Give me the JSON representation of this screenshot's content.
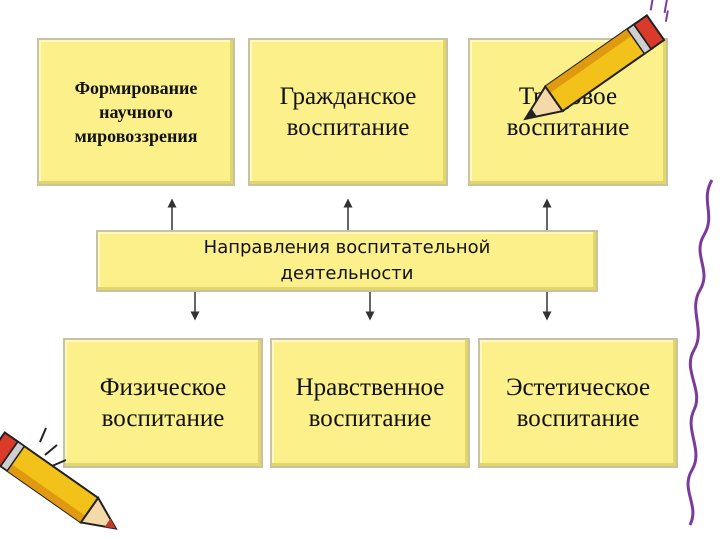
{
  "diagram": {
    "top_boxes": [
      {
        "label": "Формирование\nнаучного\nмировоззрения"
      },
      {
        "label": "Гражданское\nвоспитание"
      },
      {
        "label": "Трудовое\nвоспитание"
      }
    ],
    "center": {
      "label": "Направления воспитательной\nдеятельности"
    },
    "bottom_boxes": [
      {
        "label": "Физическое\nвоспитание"
      },
      {
        "label": "Нравственное\nвоспитание"
      },
      {
        "label": "Эстетическое\nвоспитание"
      }
    ]
  },
  "decorations": {
    "top_right": "pencil-icon",
    "bottom_left": "pencil-icon",
    "right_edge": "wavy-line"
  },
  "colors": {
    "box_fill": "#fcf08b",
    "box_border": "#c9c2a0",
    "connector": "#333333"
  }
}
